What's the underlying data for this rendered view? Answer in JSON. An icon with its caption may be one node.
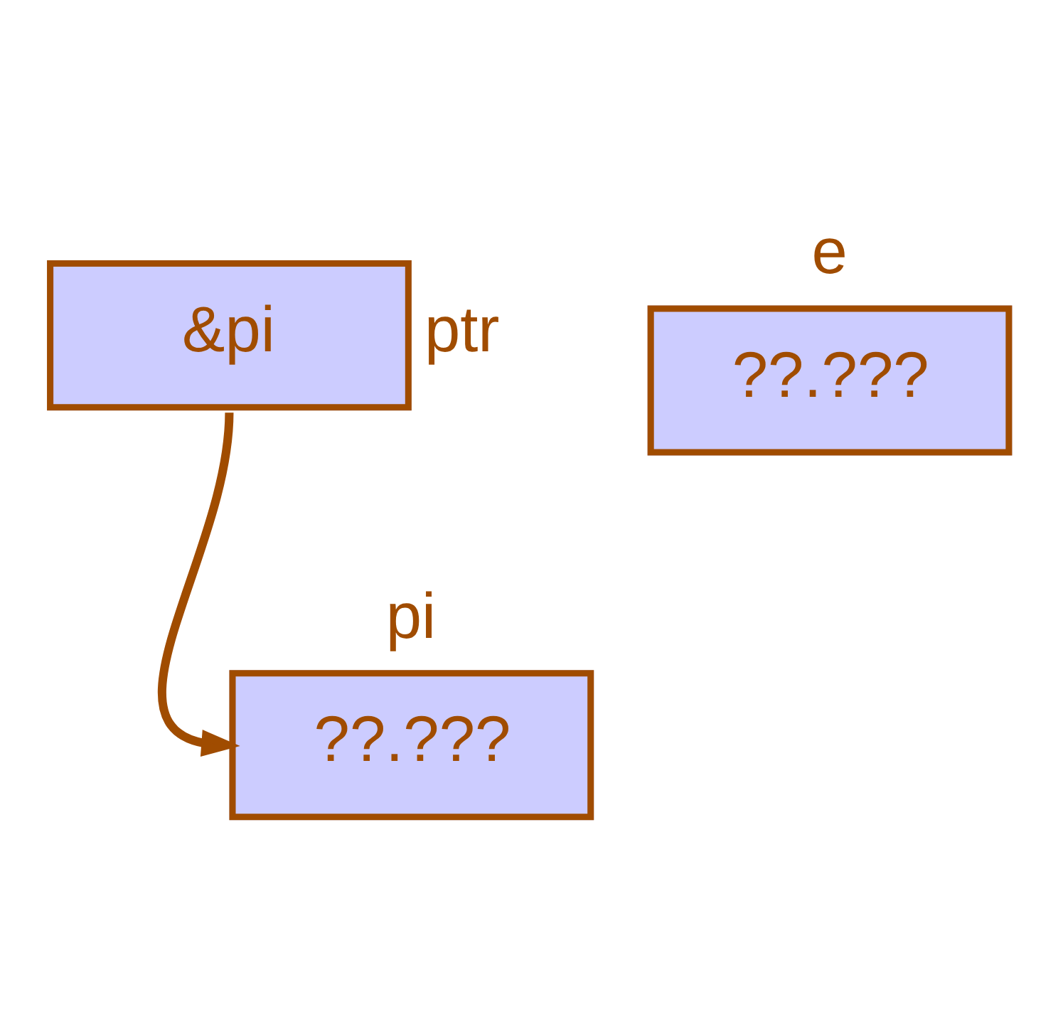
{
  "diagram": {
    "nodes": [
      {
        "text": [
          "&pi"
        ],
        "beside": [
          "ptr"
        ]
      },
      {
        "text": [
          "pi",
          "??.???"
        ]
      },
      {
        "text": [
          "e",
          "??.???"
        ]
      }
    ],
    "edges": [
      {
        "from": 0,
        "to": 1,
        "arrow": "to"
      }
    ]
  }
}
